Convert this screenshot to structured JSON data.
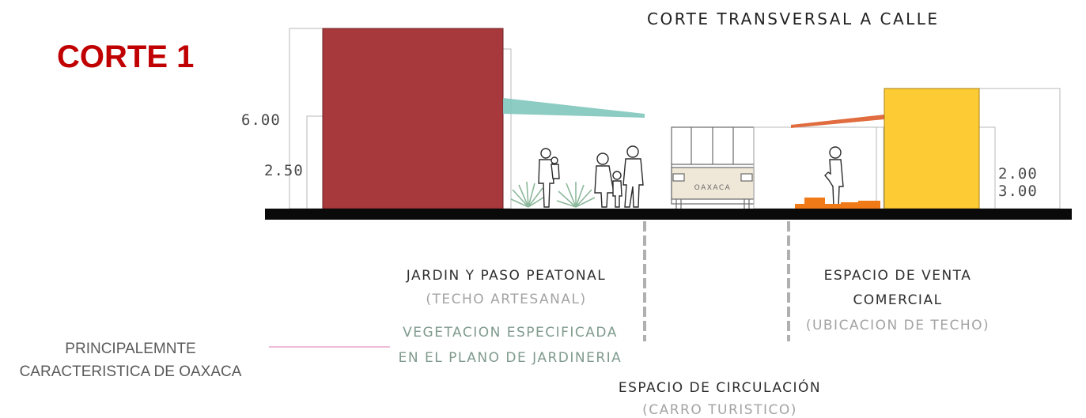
{
  "corte_label": "CORTE 1",
  "section_title": "CORTE TRANSVERSAL A CALLE",
  "dimensions": {
    "left_upper": "6.00",
    "left_lower": "2.50",
    "right": "2.00 3.00"
  },
  "bus_sign": "OAXACA",
  "zones": {
    "garden": {
      "title": "JARDIN Y PASO PEATONAL",
      "subtitle": "(TECHO ARTESANAL)",
      "note_line1": "VEGETACION ESPECIFICADA",
      "note_line2": "EN EL PLANO DE JARDINERIA"
    },
    "sales": {
      "title_line1": "ESPACIO DE VENTA",
      "title_line2": "COMERCIAL",
      "subtitle": "(UBICACION DE TECHO)"
    },
    "circulation": {
      "title": "ESPACIO DE CIRCULACIÓN",
      "subtitle": "(CARRO TURISTICO)"
    }
  },
  "side_note": {
    "line1": "PRINCIPALEMNTE",
    "line2": "CARACTERISTICA DE OAXACA"
  },
  "colors": {
    "corte_red": "#c00000",
    "left_building": "#a7383b",
    "right_building": "#fdcb33",
    "canopy_left": "#7fc6bc",
    "canopy_right": "#e06c3f",
    "ground": "#0a0a0a",
    "goods": "#f07a17",
    "leader_line": "#e8a6c8"
  }
}
